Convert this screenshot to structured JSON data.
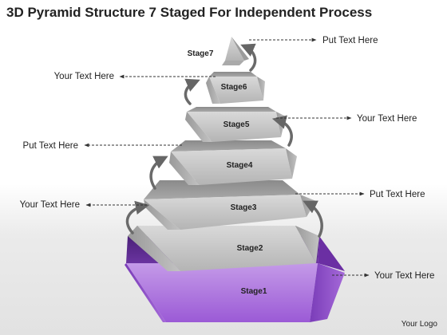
{
  "title": "3D Pyramid Structure 7 Staged For Independent Process",
  "logo": "Your Logo",
  "colors": {
    "accent": "#8e44c9",
    "stage_gray": "#b8b8b8",
    "arrow": "#6a6a6a"
  },
  "stages": [
    "Stage1",
    "Stage2",
    "Stage3",
    "Stage4",
    "Stage5",
    "Stage6",
    "Stage7"
  ],
  "callouts": [
    "Your Text Here",
    "Your Text Here",
    "Put Text Here",
    "Put Text Here",
    "Your Text Here",
    "Your Text Here",
    "Put Text Here"
  ]
}
